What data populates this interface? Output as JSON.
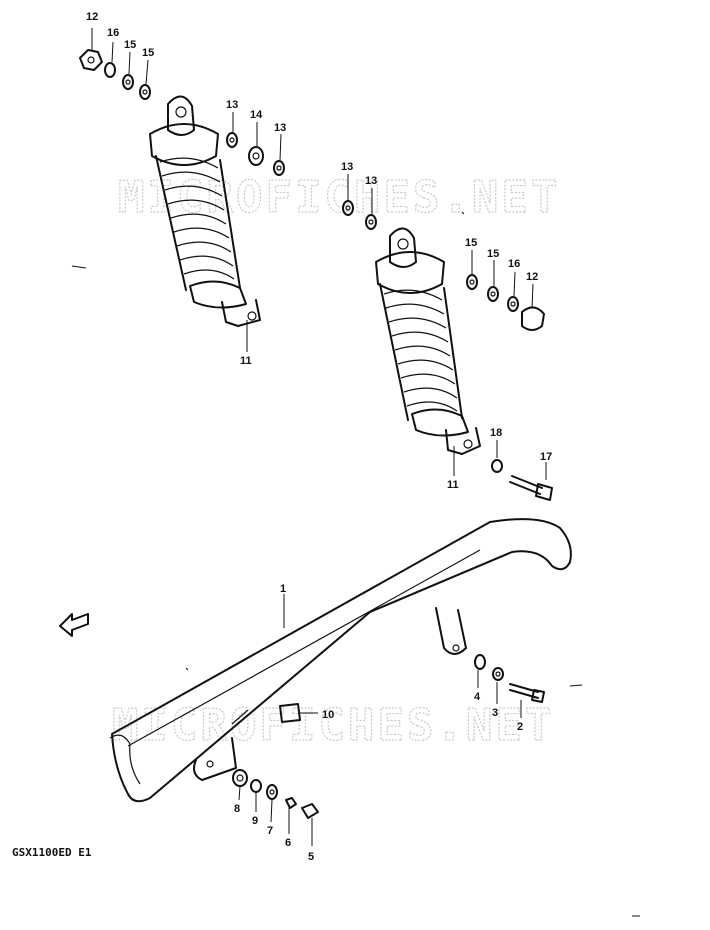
{
  "watermark": "MICROFICHES.NET",
  "model_code": "GSX1100ED E1",
  "callouts": {
    "c1": "1",
    "c2": "2",
    "c3": "3",
    "c4": "4",
    "c5": "5",
    "c6": "6",
    "c7": "7",
    "c8": "8",
    "c9": "9",
    "c10": "10",
    "c11a": "11",
    "c11b": "11",
    "c12a": "12",
    "c12b": "12",
    "c13a": "13",
    "c13b": "13",
    "c13c": "13",
    "c13d": "13",
    "c14": "14",
    "c15a": "15",
    "c15b": "15",
    "c15c": "15",
    "c15d": "15",
    "c16a": "16",
    "c16b": "16",
    "c17": "17",
    "c18": "18"
  }
}
